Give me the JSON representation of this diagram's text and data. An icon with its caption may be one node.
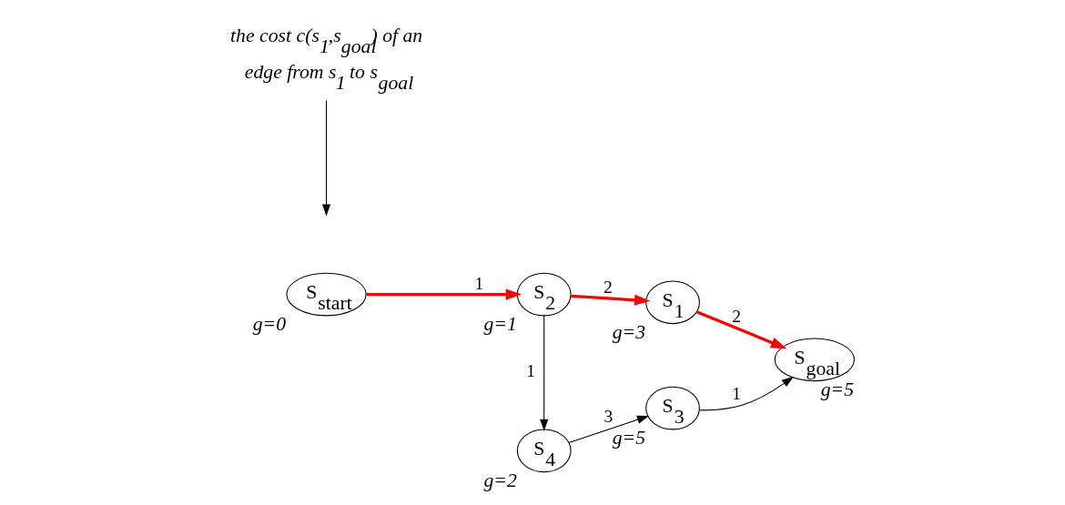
{
  "diagram": {
    "nodes": [
      {
        "text": [
          "S$_{start}$"
        ],
        "beside": [
          "g=0"
        ]
      },
      {
        "text": [
          "S$_{2}$"
        ],
        "beside": [
          "g=1"
        ]
      },
      {
        "text": [
          "S$_{1}$"
        ],
        "beside": [
          "g=3"
        ]
      },
      {
        "text": [
          "S$_{goal}$"
        ],
        "beside": [
          "g=5"
        ]
      },
      {
        "text": [
          "S$_{4}$"
        ],
        "beside": [
          "g=2"
        ]
      },
      {
        "text": [
          "S$_{3}$"
        ],
        "beside": [
          "g=5"
        ]
      },
      {
        "text": [
          "the cost c(s$_{1}$,s$_{goal}$) of an edge from s$_{1}$ to s$_{goal}$"
        ]
      }
    ],
    "edges": [
      {
        "from": 0,
        "to": 1,
        "arrow": "to",
        "label": "1",
        "style": "thick",
        "color": "#ff0000"
      },
      {
        "from": 1,
        "to": 2,
        "arrow": "to",
        "label": "2",
        "style": "thick",
        "color": "#ff0000"
      },
      {
        "from": 2,
        "to": 3,
        "arrow": "to",
        "label": "2",
        "style": "thick",
        "color": "#ff0000"
      },
      {
        "from": 1,
        "to": 4,
        "arrow": "to",
        "label": "1"
      },
      {
        "from": 4,
        "to": 5,
        "arrow": "to",
        "label": "3"
      },
      {
        "from": 5,
        "to": 3,
        "arrow": "to",
        "label": "1"
      },
      {
        "from": 6,
        "to": null,
        "arrow": "to"
      }
    ]
  }
}
